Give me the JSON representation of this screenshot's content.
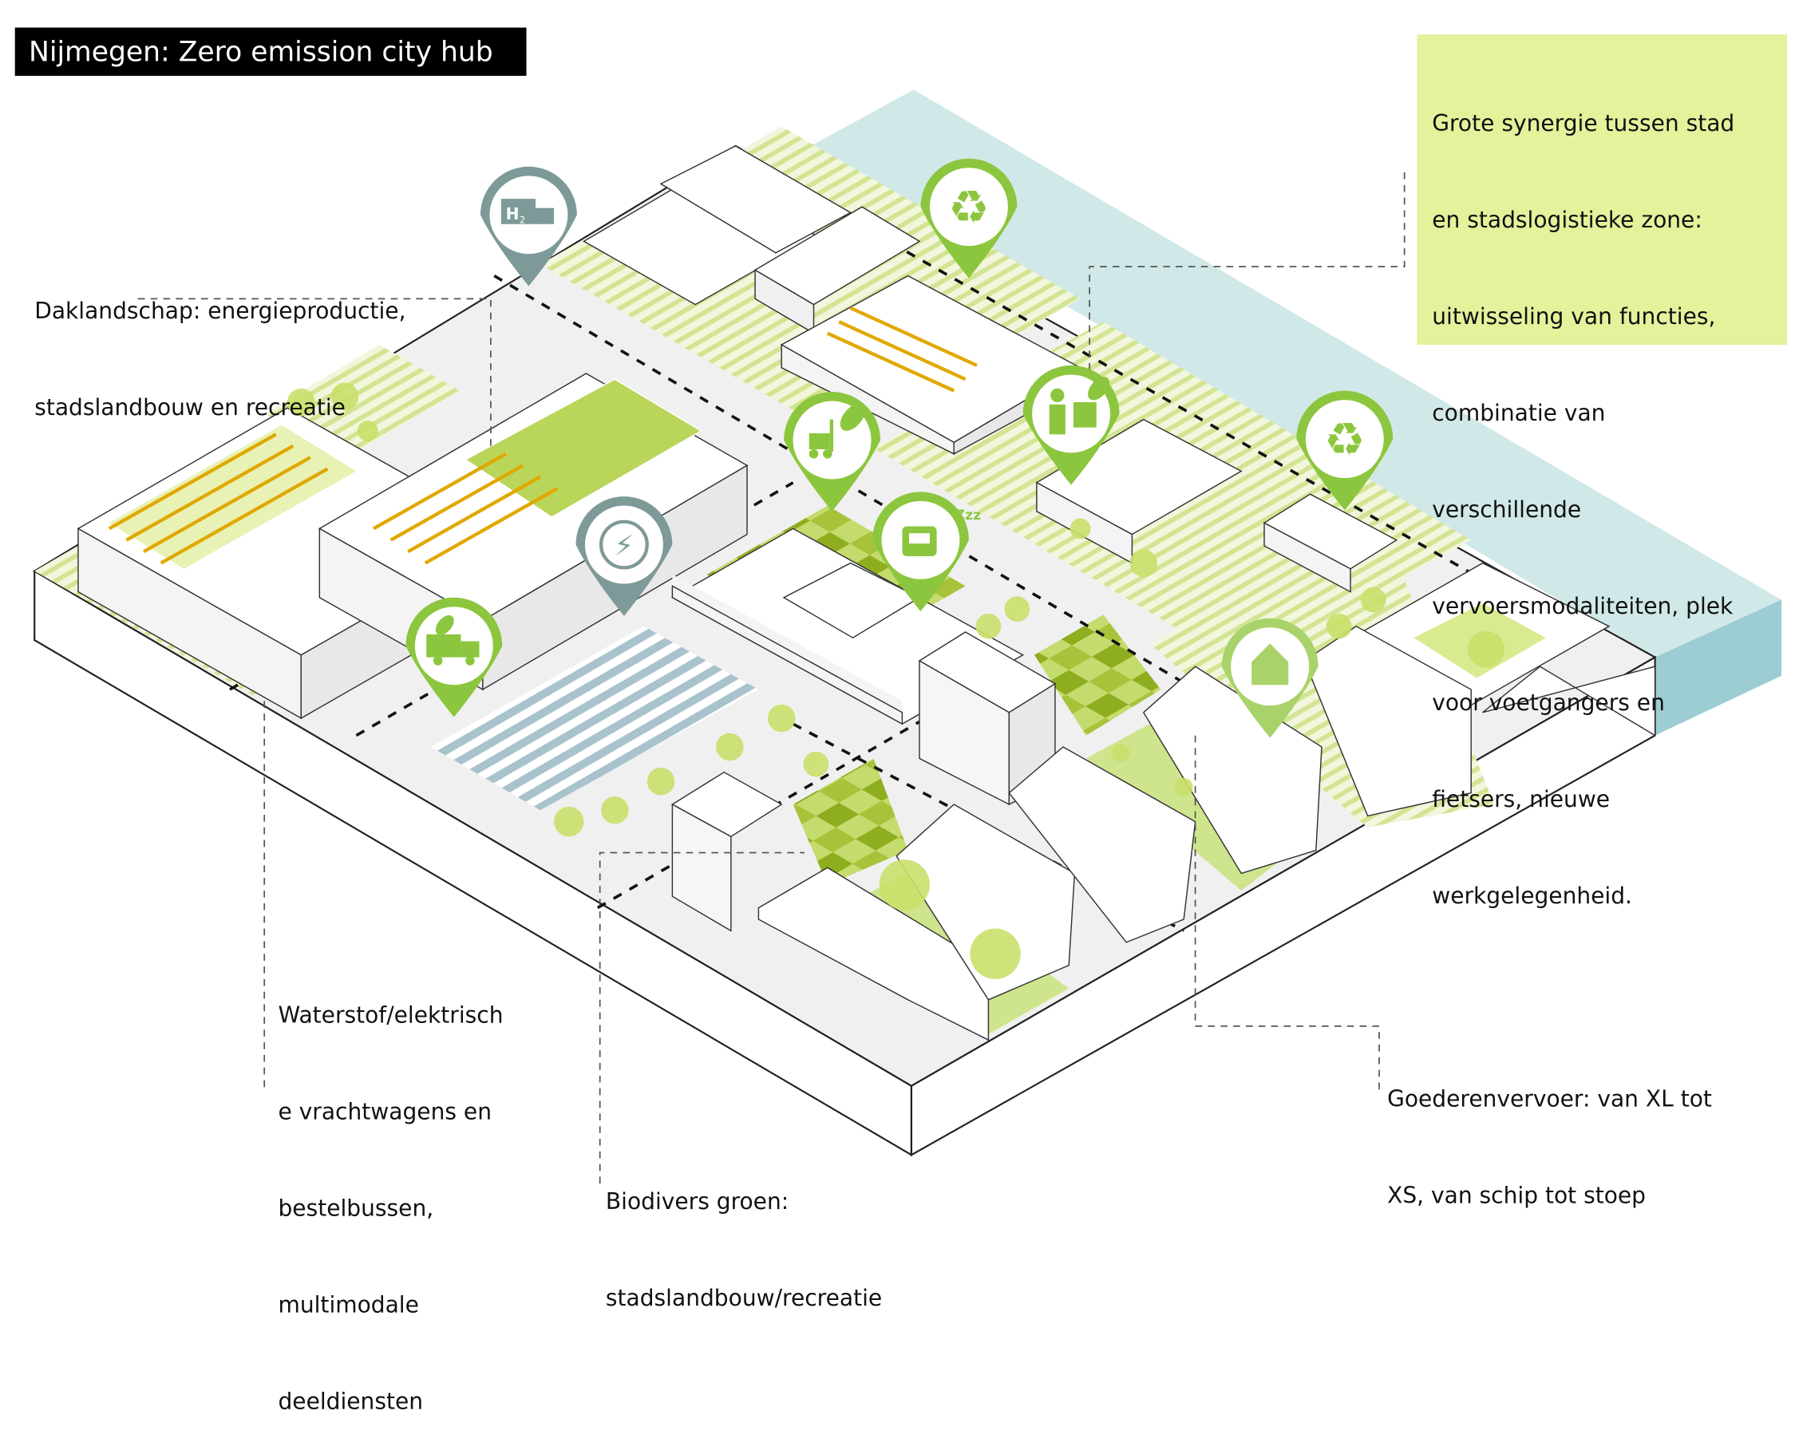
{
  "title": "Nijmegen: Zero emission city hub",
  "colors": {
    "accent_green": "#8cc63e",
    "pin_gray": "#7d9a98",
    "water": "#cfe6e6",
    "stripe_green": "#d9e8a0",
    "note_box": "#e3f29b"
  },
  "labels": {
    "roofscape": [
      "Daklandschap: energieproductie,",
      "stadslandbouw en recreatie"
    ],
    "synergy": [
      "Grote synergie tussen stad",
      "en stadslogistieke zone:",
      "uitwisseling van functies,",
      "combinatie van",
      "verschillende",
      "vervoersmodaliteiten, plek",
      "voor voetgangers en",
      "fietsers, nieuwe",
      "werkgelegenheid."
    ],
    "vehicles": [
      "Waterstof/elektrisch",
      "e vrachtwagens en",
      "bestelbussen,",
      "multimodale",
      "deeldiensten"
    ],
    "green": [
      "Biodivers groen:",
      "stadslandbouw/recreatie"
    ],
    "freight": [
      "Goederenvervoer: van XL tot",
      "XS, van schip tot stoep"
    ]
  },
  "pins": [
    {
      "icon": "hydrogen-truck-icon",
      "text": "H2",
      "style": "gray"
    },
    {
      "icon": "recycle-icon",
      "text": "♻",
      "style": "green"
    },
    {
      "icon": "forklift-leaf-icon",
      "text": "",
      "style": "green"
    },
    {
      "icon": "worker-icon",
      "text": "",
      "style": "green"
    },
    {
      "icon": "recycle-icon",
      "text": "♻",
      "style": "green"
    },
    {
      "icon": "charging-icon",
      "text": "⚡",
      "style": "gray"
    },
    {
      "icon": "electric-truck-icon",
      "text": "",
      "style": "green"
    },
    {
      "icon": "sleeping-van-icon",
      "text": "Zzz",
      "style": "green"
    },
    {
      "icon": "house-icon",
      "text": "",
      "style": "light-green"
    }
  ]
}
